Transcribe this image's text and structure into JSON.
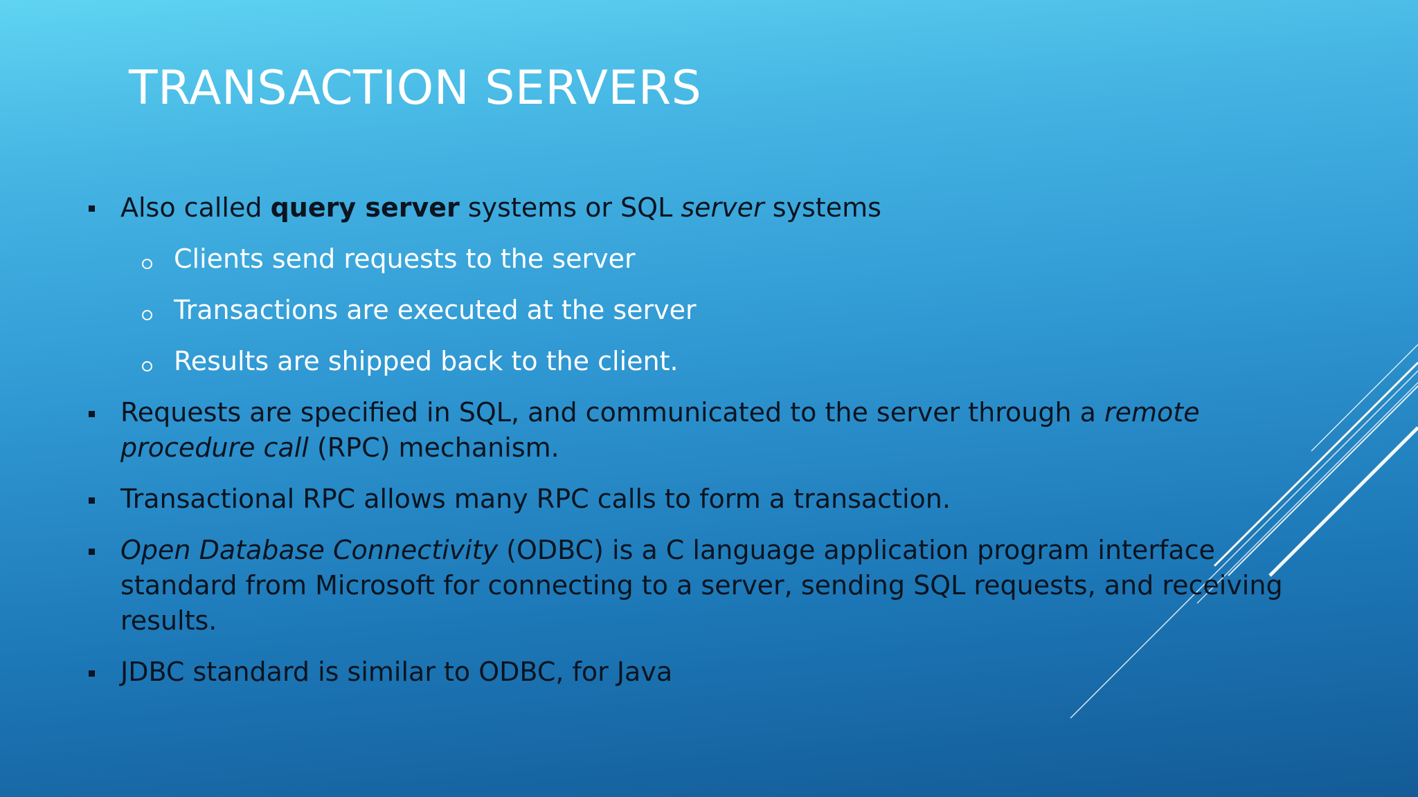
{
  "slide": {
    "title": "TRANSACTION SERVERS",
    "items": [
      {
        "level": 1,
        "parts": [
          {
            "text": "Also called "
          },
          {
            "text": "query server",
            "bold": true
          },
          {
            "text": " systems or SQL "
          },
          {
            "text": "server",
            "italic": true
          },
          {
            "text": " systems"
          }
        ]
      },
      {
        "level": 2,
        "text": "Clients send requests to the server"
      },
      {
        "level": 2,
        "text": "Transactions are executed at the server"
      },
      {
        "level": 2,
        "text": "Results are shipped back to the client."
      },
      {
        "level": 1,
        "line1": [
          {
            "text": "Requests are specified in SQL, and communicated to the server through a "
          },
          {
            "text": "remote",
            "italic": true
          }
        ],
        "line2": [
          {
            "text": "procedure call",
            "italic": true
          },
          {
            "text": " (RPC) mechanism."
          }
        ]
      },
      {
        "level": 1,
        "text": "Transactional RPC allows many RPC calls to form a transaction."
      },
      {
        "level": 1,
        "line1": [
          {
            "text": "Open Database Connectivity",
            "italic": true
          },
          {
            "text": " (ODBC) is a C language application program interface"
          }
        ],
        "line2_text": "standard from Microsoft for connecting to a server, sending SQL requests, and receiving",
        "line3_text": "results."
      },
      {
        "level": 1,
        "text": "JDBC standard is similar to ODBC, for Java"
      }
    ]
  },
  "colors": {
    "background_top": "#5fd4f1",
    "background_bottom": "#135b97",
    "title": "#ffffff",
    "level1_text": "#0b1420",
    "level2_text": "#ffffff",
    "decoration_lines": "#ffffff"
  }
}
